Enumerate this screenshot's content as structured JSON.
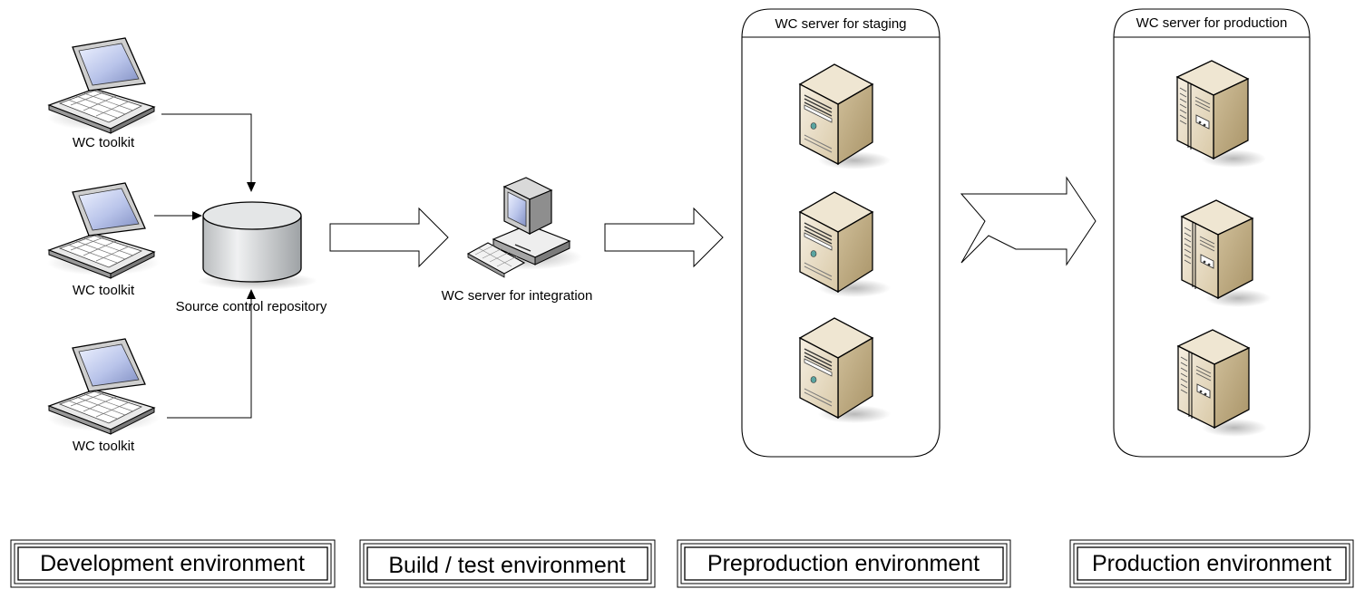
{
  "laptops": [
    "WC toolkit",
    "WC toolkit",
    "WC toolkit"
  ],
  "repository": "Source control repository",
  "integration_server": "WC server for integration",
  "staging": {
    "title": "WC server for staging"
  },
  "production": {
    "title": "WC server for production"
  },
  "environments": [
    "Development environment",
    "Build / test environment",
    "Preproduction environment",
    "Production environment"
  ]
}
